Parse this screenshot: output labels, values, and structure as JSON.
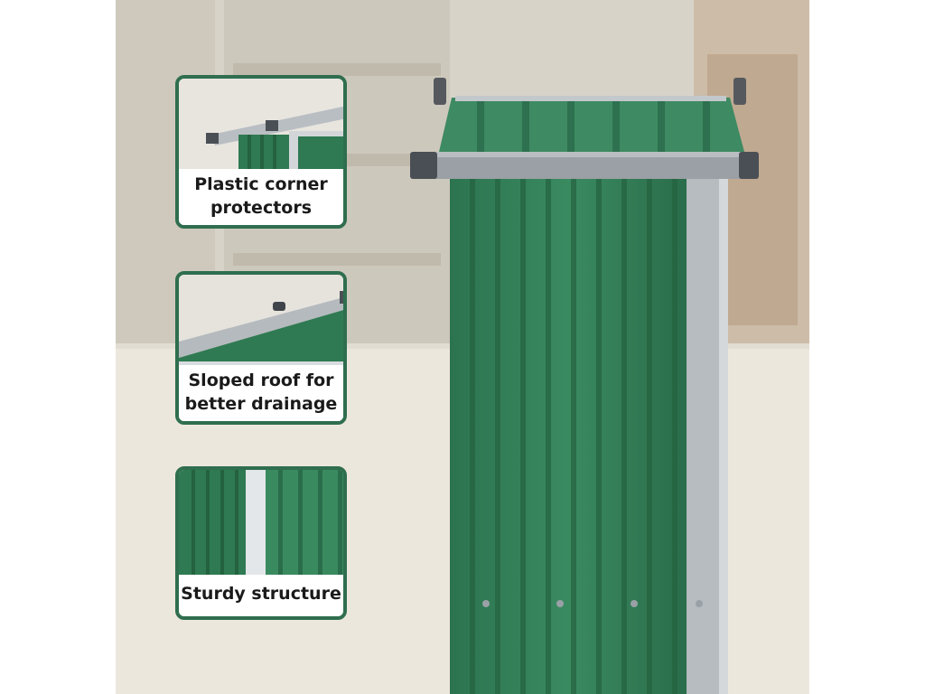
{
  "colors": {
    "shed_green": "#2f7a52",
    "callout_border": "#2f6e4f",
    "roof_frame": "#8e949a",
    "background_wall": "#d9d4c8",
    "floor": "#ece7dd"
  },
  "callouts": [
    {
      "icon": "roof-corner-detail",
      "lines": [
        "Plastic corner",
        "protectors"
      ]
    },
    {
      "icon": "sloped-roof-detail",
      "lines": [
        "Sloped roof for",
        "better drainage"
      ]
    },
    {
      "icon": "wall-panel-detail",
      "lines": [
        "Sturdy structure"
      ]
    }
  ]
}
